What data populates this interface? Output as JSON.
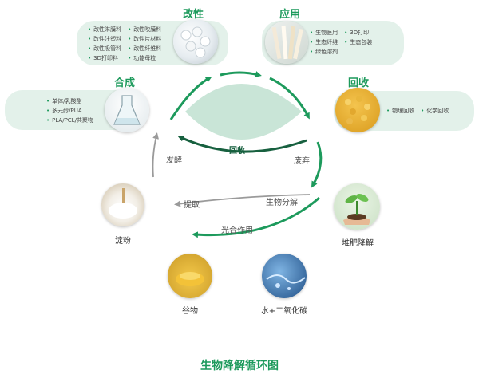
{
  "colors": {
    "accent": "#1d9a5c",
    "light": "#e3f1ea",
    "arrow_grey": "#999999"
  },
  "modify": {
    "title": "改性",
    "items_left": [
      "改性淋膜料",
      "改性注塑料",
      "改性吸管料",
      "3D打印料"
    ],
    "items_right": [
      "改性吹膜料",
      "改性片材料",
      "改性纤维料",
      "功能母粒"
    ]
  },
  "apply": {
    "title": "应用",
    "items_left": [
      "生物医用",
      "生态纤维",
      "绿色溶剂"
    ],
    "items_right": [
      "3D打印",
      "生态包装"
    ]
  },
  "synth": {
    "title": "合成",
    "items": [
      "单体/乳酸酯",
      "多元醇/PUA",
      "PLA/PCL/共聚物"
    ]
  },
  "recycle": {
    "title": "回收",
    "items_left": [
      "物理回收"
    ],
    "items_right": [
      "化学回收"
    ]
  },
  "center_label": "回收",
  "arrow_labels": {
    "discard": "废弃",
    "ferment": "发酵",
    "extract": "提取",
    "biodegrade": "生物分解",
    "photosynthesis": "光合作用"
  },
  "nodes": {
    "starch": "淀粉",
    "grain": "谷物",
    "water_co2": "水+二氧化碳",
    "compost": "堆肥降解"
  },
  "footer_title": "生物降解循环图"
}
